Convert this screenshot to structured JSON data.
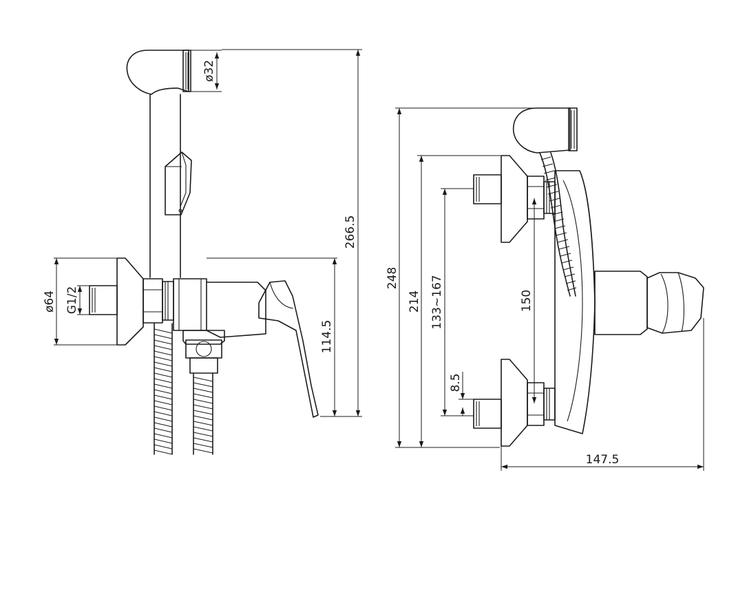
{
  "dimensions": {
    "shower_head_diameter": "ø32",
    "total_height": "266.5",
    "flange_diameter": "ø64",
    "thread": "G1/2",
    "lever_height": "114.5",
    "side_total_height": "248",
    "side_height": "214",
    "center_distance_range": "133~167",
    "center_distance": "150",
    "pipe_offset": "8.5",
    "depth": "147.5"
  }
}
